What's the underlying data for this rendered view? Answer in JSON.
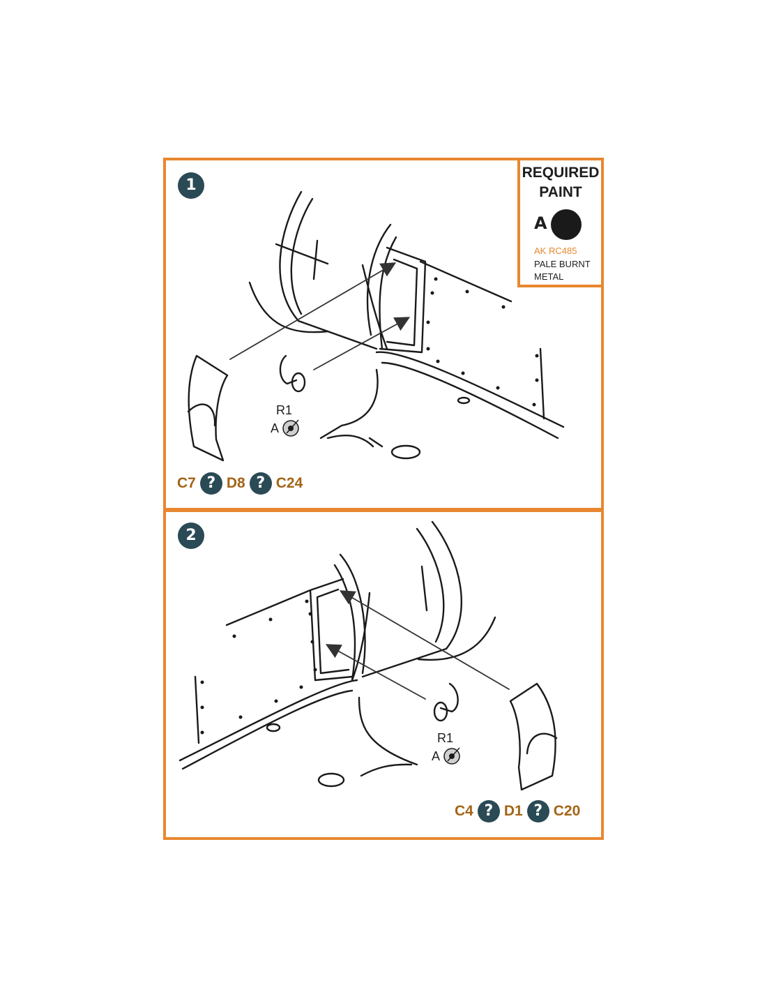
{
  "step1": {
    "number": "1",
    "parts": [
      "C7",
      "D8",
      "C24"
    ],
    "part_paint": "R1",
    "part_paint_code": "A"
  },
  "step2": {
    "number": "2",
    "parts": [
      "C4",
      "D1",
      "C20"
    ],
    "part_paint": "R1",
    "part_paint_code": "A"
  },
  "alt_symbol": "?",
  "paint": {
    "title_line1": "REQUIRED",
    "title_line2": "PAINT",
    "letter": "A",
    "code": "AK RC485",
    "name": "PALE BURNT METAL"
  },
  "colors": {
    "frame": "#e8872f",
    "badge": "#2a4a55",
    "part_text": "#a36417",
    "ink": "#1a1a1a"
  }
}
